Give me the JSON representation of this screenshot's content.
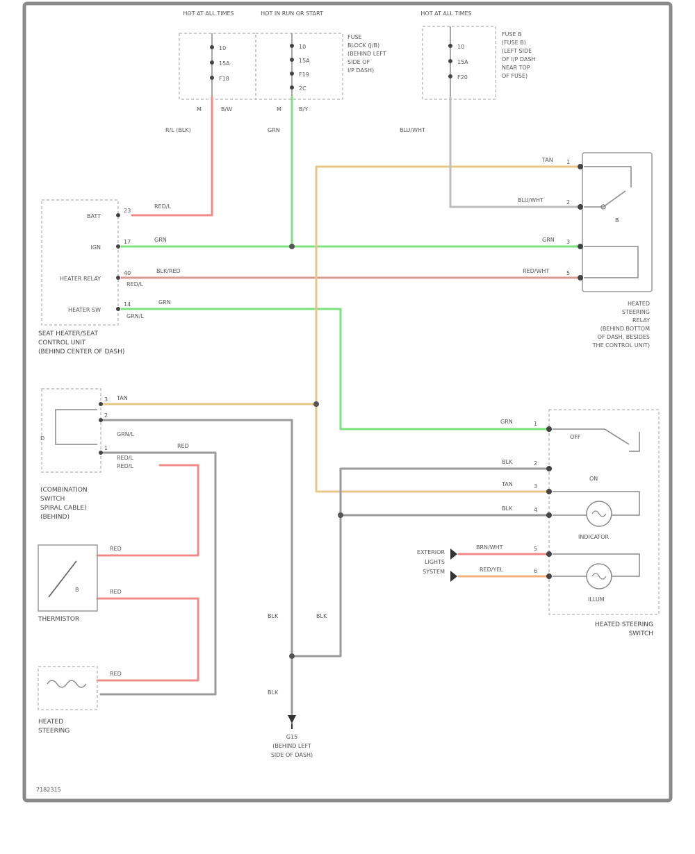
{
  "colors": {
    "red": "#f08a8a",
    "green": "#7ee07e",
    "tan": "#e6c787",
    "gray": "#9a9a9a",
    "brown_red": "#d99a8a",
    "orange": "#f3b27a"
  },
  "fuse_boxes": {
    "left": {
      "header": "HOT AT ALL TIMES",
      "pins": [
        "10",
        "15A",
        "F18"
      ],
      "footer": [
        "M",
        "B/W"
      ]
    },
    "center": {
      "header": "HOT IN RUN OR START",
      "pins": [
        "10",
        "15A",
        "F19",
        "2C"
      ],
      "footer": [
        "M",
        "B/Y"
      ],
      "note": [
        "FUSE",
        "BLOCK (J/B)",
        "(BEHIND LEFT",
        "SIDE OF",
        "I/P DASH)"
      ]
    },
    "right": {
      "header": "HOT AT ALL TIMES",
      "pins": [
        "10",
        "15A",
        "F20"
      ],
      "note": [
        "FUSE B",
        "(FUSE B)",
        "(LEFT SIDE",
        "OF I/P DASH",
        "NEAR TOP",
        "OF FUSE)"
      ]
    }
  },
  "wires": {
    "top_left": "R/L (BLK)",
    "top_center": "GRN",
    "top_right": "BLU/WHT",
    "w_grn_a": "GRN",
    "w_blk": "BLK/RED",
    "w_grn_b": "GRN",
    "w_tan": "TAN",
    "w_blu": "BLU/WHT",
    "w_grn_r": "GRN",
    "w_redwht": "RED/WHT",
    "w_tan2": "TAN",
    "w_gry1": "BLK",
    "w_tan3": "TAN",
    "w_gry2": "BLK",
    "w_grn2": "GRN",
    "w_red1": "RED",
    "w_red2": "RED",
    "w_red3": "RED",
    "w_red4": "RED",
    "w_blk_v1": "BLK",
    "w_blk_v2": "BLK",
    "w_blk_v3": "BLK",
    "w_brnwht": "BRN/WHT",
    "w_redyel": "RED/YEL"
  },
  "control_unit": {
    "pins": [
      {
        "name": "BATT",
        "num": "23",
        "sub": "RED/L"
      },
      {
        "name": "IGN",
        "num": "17",
        "sub": ""
      },
      {
        "name": "HEATER RELAY",
        "num": "40",
        "sub": "RED/L"
      },
      {
        "name": "HEATER SW",
        "num": "14",
        "sub": "GRN/L"
      }
    ],
    "label": [
      "SEAT HEATER/SEAT",
      "CONTROL UNIT",
      "(BEHIND CENTER OF DASH)"
    ]
  },
  "relay": {
    "pins": [
      "1",
      "2",
      "3",
      "5"
    ],
    "label": [
      "HEATED",
      "STEERING",
      "RELAY",
      "(BEHIND BOTTOM",
      "OF DASH, BESIDES",
      "THE CONTROL UNIT)"
    ]
  },
  "clock_spring": {
    "pins": [
      "3",
      "2",
      "1"
    ],
    "label": [
      "(COMBINATION",
      "SWITCH",
      "SPIRAL CABLE)",
      "(BEHIND)"
    ],
    "sub": [
      "GRN/L",
      "RED/L",
      "RED/L"
    ]
  },
  "thermistor": {
    "label": "THERMISTOR"
  },
  "heater": {
    "label": [
      "HEATED",
      "STEERING"
    ]
  },
  "switch": {
    "pins": [
      "1",
      "2",
      "3",
      "4",
      "5",
      "6"
    ],
    "label": [
      "HEATED STEERING",
      "SWITCH"
    ],
    "inner": [
      "OFF",
      "ON",
      "INDICATOR",
      "ILLUM"
    ]
  },
  "external": [
    "EXTERIOR",
    "LIGHTS",
    "SYSTEM"
  ],
  "ground": [
    "G15",
    "(BEHIND LEFT",
    "SIDE OF DASH)"
  ],
  "diagram_id": "7182315"
}
